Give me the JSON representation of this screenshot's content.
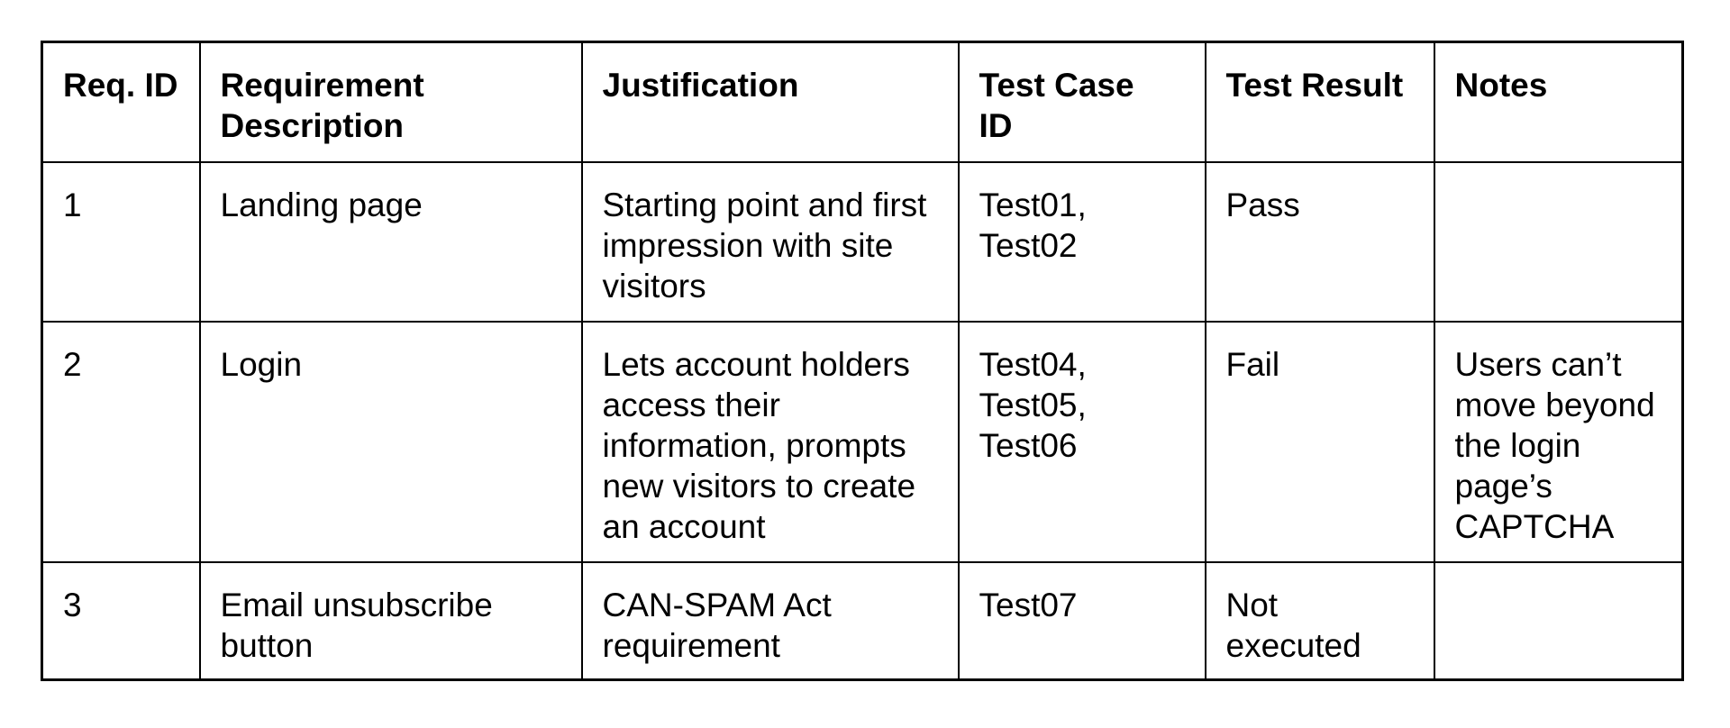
{
  "document": {
    "background_color": "#ffffff",
    "border_color": "#000000",
    "text_color": "#000000"
  },
  "table": {
    "name": "requirements traceability matrix",
    "columns": [
      {
        "id": "req_id",
        "label": "Req. ID"
      },
      {
        "id": "requirement_description",
        "label": "Requirement\nDescription"
      },
      {
        "id": "justification",
        "label": "Justification"
      },
      {
        "id": "test_case_id",
        "label": "Test Case\nID"
      },
      {
        "id": "test_result",
        "label": "Test Result"
      },
      {
        "id": "notes",
        "label": "Notes"
      }
    ],
    "rows": [
      {
        "req_id": "1",
        "requirement_description": "Landing page",
        "justification": "Starting point and first\nimpression with site\nvisitors",
        "test_case_id": "Test01,\nTest02",
        "test_result": "Pass",
        "notes": ""
      },
      {
        "req_id": "2",
        "requirement_description": "Login",
        "justification": "Lets account holders\naccess their\ninformation, prompts\nnew visitors to create\nan account",
        "test_case_id": "Test04,\nTest05,\nTest06",
        "test_result": "Fail",
        "notes": "Users can’t\nmove beyond\nthe login\npage’s\nCAPTCHA"
      },
      {
        "req_id": "3",
        "requirement_description": "Email unsubscribe\nbutton",
        "justification": "CAN-SPAM Act\nrequirement",
        "test_case_id": "Test07",
        "test_result": "Not\nexecuted",
        "notes": ""
      }
    ]
  }
}
